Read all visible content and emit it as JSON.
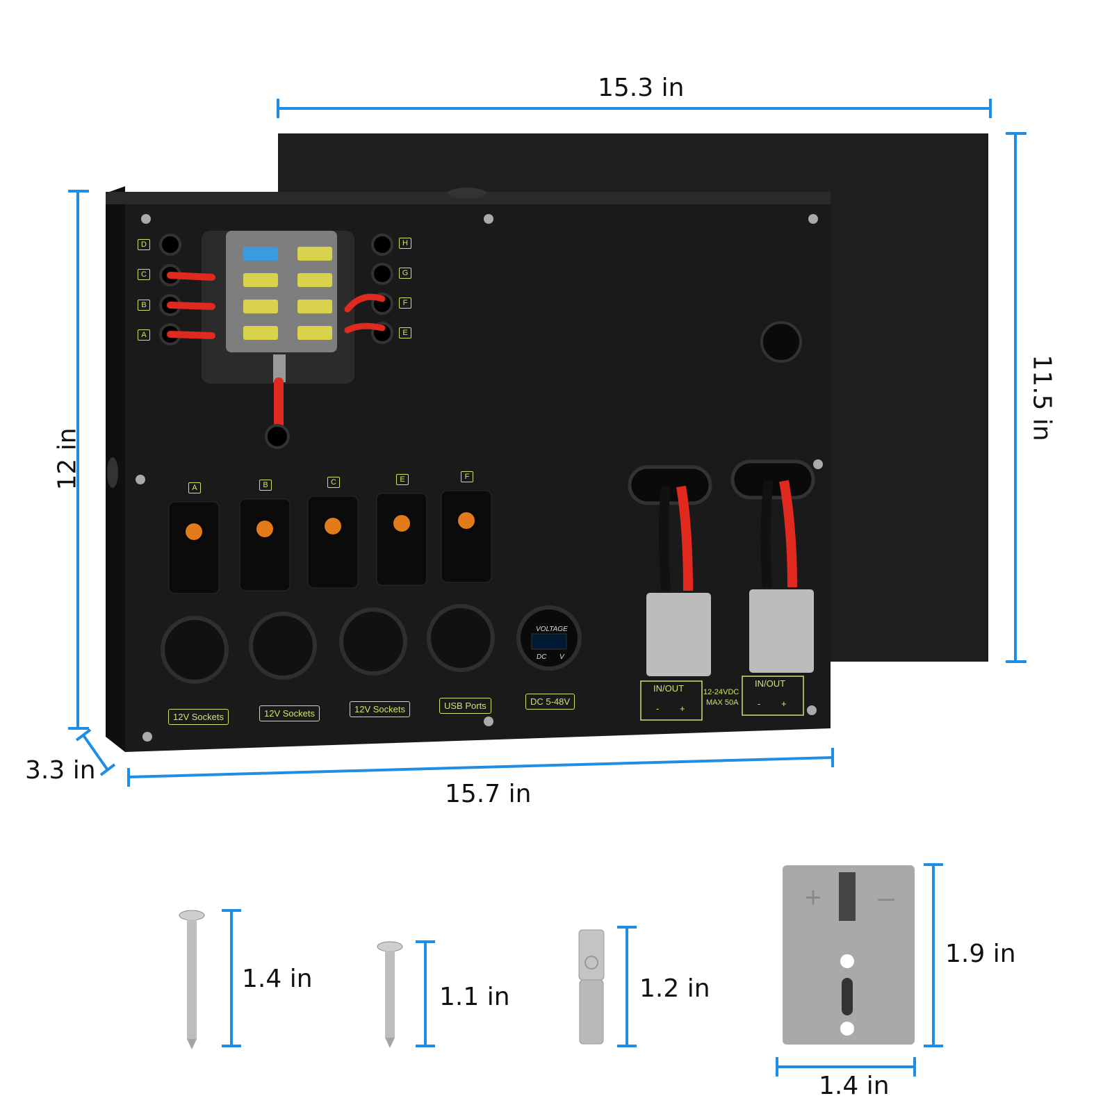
{
  "dimensions": {
    "panel_top_width": "15.3 in",
    "panel_height": "11.5 in",
    "box_height": "12 in",
    "box_depth": "3.3 in",
    "box_width": "15.7 in",
    "screw_long": "1.4 in",
    "screw_short": "1.1 in",
    "terminal": "1.2 in",
    "connector_height": "1.9 in",
    "connector_width": "1.4 in"
  },
  "fuse_labels_left": [
    "D",
    "C",
    "B",
    "A"
  ],
  "fuse_labels_right": [
    "H",
    "G",
    "F",
    "E"
  ],
  "switch_labels": [
    "A",
    "B",
    "C",
    "E",
    "F"
  ],
  "socket_labels": [
    "12V Sockets",
    "12V Sockets",
    "12V Sockets",
    "USB Ports",
    "DC 5-48V"
  ],
  "voltmeter": {
    "title": "VOLTAGE",
    "left": "DC",
    "right": "V"
  },
  "anderson": {
    "inout_label": "IN/OUT",
    "spec_line1": "12-24VDC",
    "spec_line2": "MAX 50A",
    "minus": "-",
    "plus": "+"
  },
  "colors": {
    "dimension_line": "#1e8de6",
    "panel": "#1b1b1b",
    "label": "#cfe46a",
    "wire_red": "#e0291f"
  }
}
